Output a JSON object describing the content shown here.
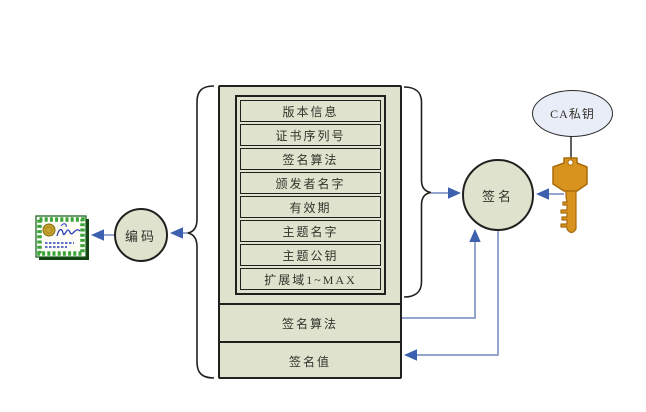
{
  "certificate_box": {
    "fields": [
      "版本信息",
      "证书序列号",
      "签名算法",
      "颁发者名字",
      "有效期",
      "主题名字",
      "主题公钥",
      "扩展域1~MAX"
    ],
    "signature_algorithm_label": "签名算法",
    "signature_value_label": "签名值"
  },
  "process_nodes": {
    "sign_label": "签名",
    "encode_label": "编码"
  },
  "ca_private_key": {
    "label": "CA私钥"
  },
  "icons": {
    "key": "key-icon",
    "certificate": "certificate-icon",
    "left_brace": "left-brace-icon",
    "right_brace": "right-brace-icon"
  },
  "colors": {
    "box_fill": "#dfe2cd",
    "ca_ellipse_fill": "#e9edf7",
    "arrow_line": "#7289bd",
    "arrow_head": "#3c5fae",
    "key_fill": "#d8921e",
    "cert_frame_green": "#3aa43a",
    "outline": "#20201e"
  }
}
